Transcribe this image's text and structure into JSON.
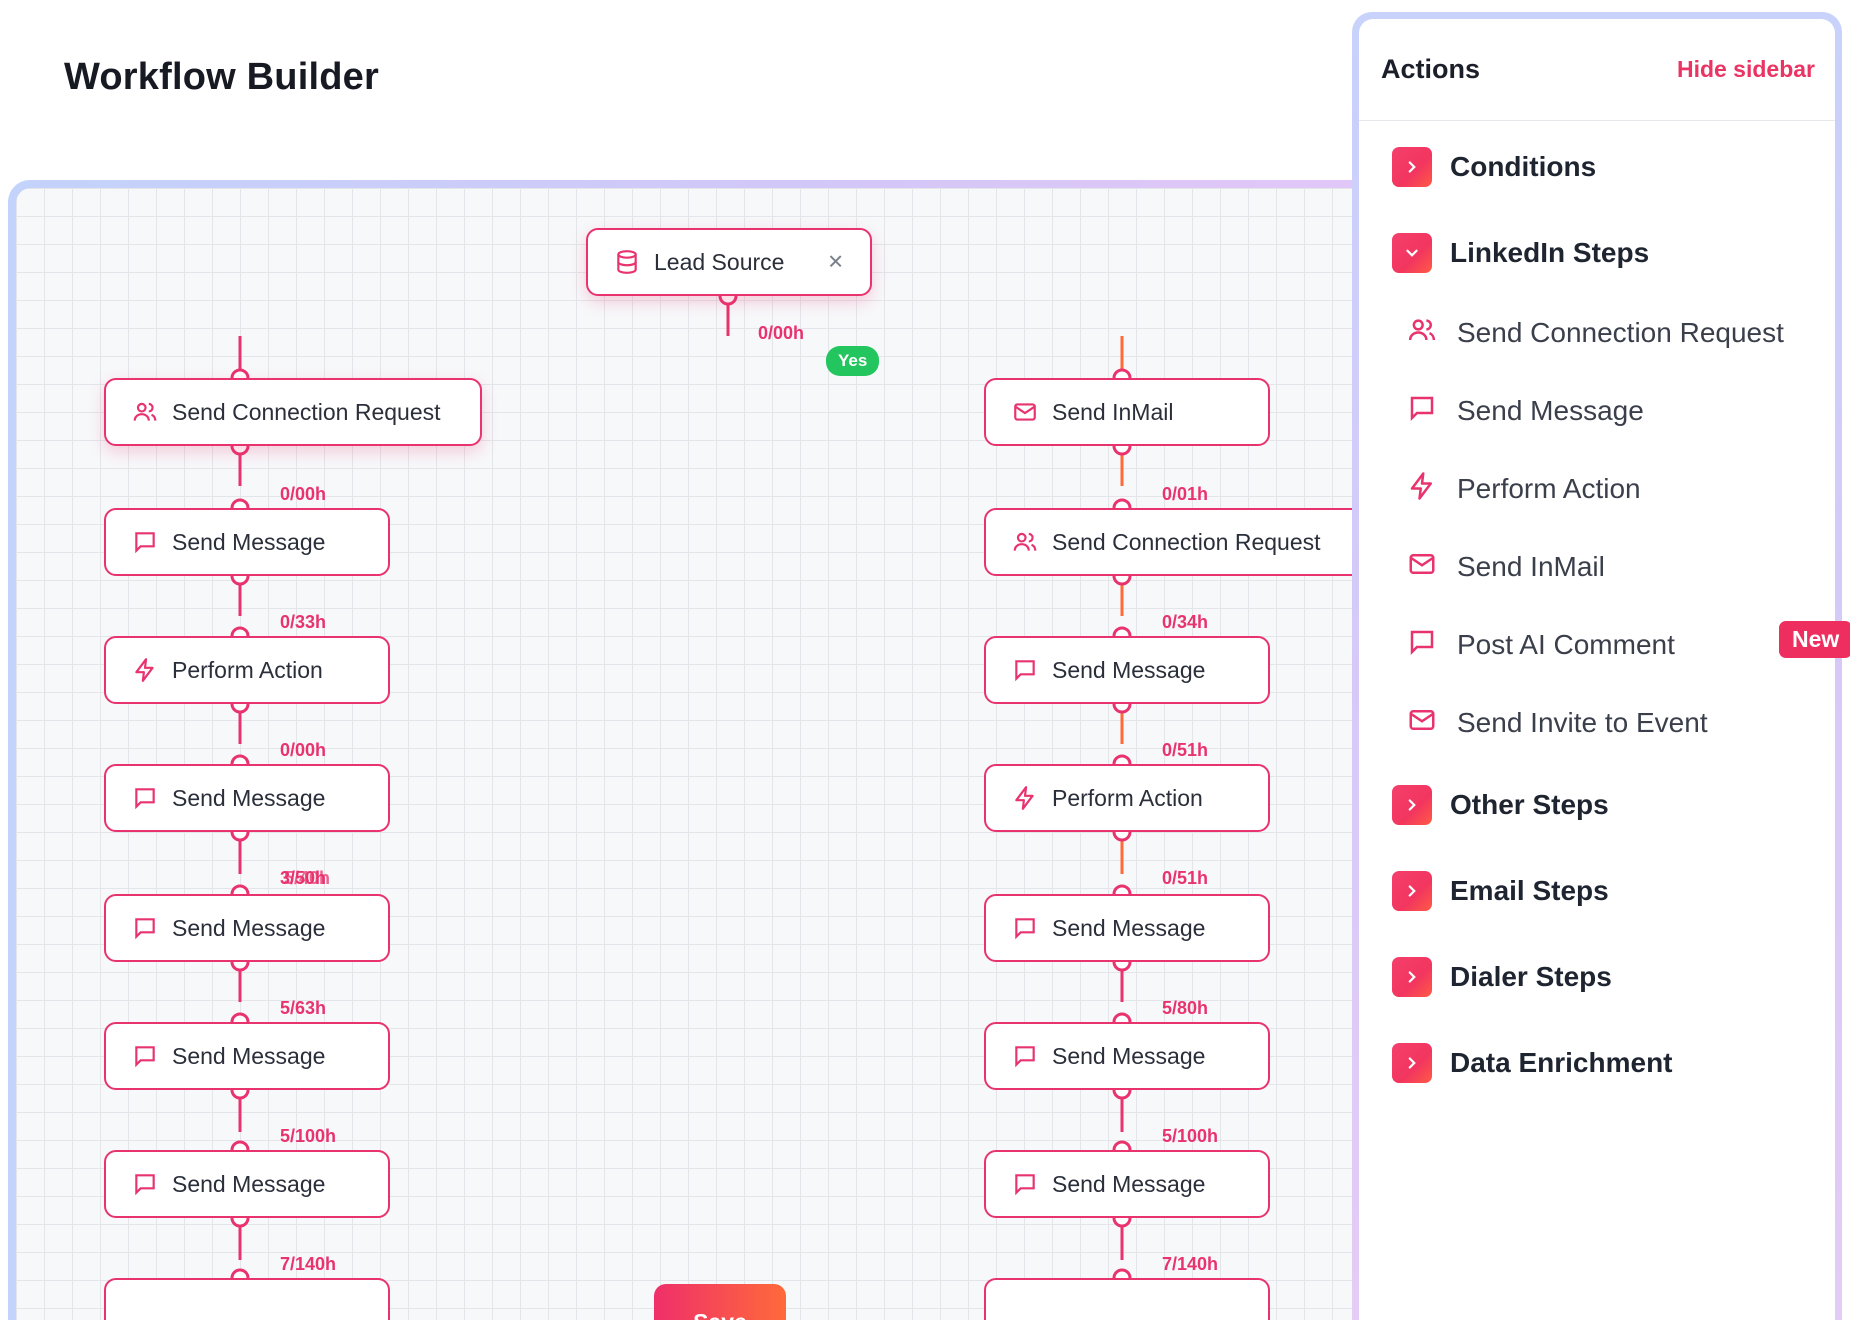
{
  "page": {
    "title": "Workflow Builder"
  },
  "colors": {
    "accent": "#e8336e",
    "accent_orange": "#ff6a3a",
    "success": "#22c55e"
  },
  "canvas": {
    "lead_source": {
      "label": "Lead Source",
      "icon": "database-icon",
      "close_icon": "close-icon"
    },
    "yes_label": "Yes",
    "left_branch": [
      {
        "label": "Send Connection Request",
        "icon": "users-icon"
      },
      {
        "label": "Send Message",
        "icon": "message-icon"
      },
      {
        "label": "Perform Action",
        "icon": "lightning-icon"
      },
      {
        "label": "Send Message",
        "icon": "message-icon"
      },
      {
        "label": "Send Message",
        "icon": "message-icon"
      },
      {
        "label": "Send Message",
        "icon": "message-icon"
      },
      {
        "label": "Send Message",
        "icon": "message-icon"
      }
    ],
    "right_branch": [
      {
        "label": "Send InMail",
        "icon": "mail-icon"
      },
      {
        "label": "Send Connection Request",
        "icon": "users-icon"
      },
      {
        "label": "Send Message",
        "icon": "message-icon"
      },
      {
        "label": "Perform Action",
        "icon": "lightning-icon"
      },
      {
        "label": "Send Message",
        "icon": "message-icon"
      },
      {
        "label": "Send Message",
        "icon": "message-icon"
      },
      {
        "label": "Send Message",
        "icon": "message-icon"
      }
    ],
    "edge_labels": {
      "root": "0/00h",
      "left": [
        "0/00h",
        "0/33h",
        "0/00h",
        "3/50h",
        "5/63h",
        "5/100h",
        "7/140h"
      ],
      "left_merge_overlap": "5/40h",
      "right": [
        "0/01h",
        "0/34h",
        "0/51h",
        "0/51h",
        "5/80h",
        "5/100h",
        "7/140h"
      ]
    },
    "save_label": "Save"
  },
  "sidebar": {
    "title": "Actions",
    "hide_label": "Hide sidebar",
    "sections": {
      "conditions": "Conditions",
      "linkedin": "LinkedIn Steps",
      "other": "Other Steps",
      "email": "Email Steps",
      "dialer": "Dialer Steps",
      "enrichment": "Data Enrichment"
    },
    "linkedin_items": [
      {
        "label": "Send Connection Request",
        "icon": "users-icon"
      },
      {
        "label": "Send Message",
        "icon": "message-icon"
      },
      {
        "label": "Perform Action",
        "icon": "lightning-icon"
      },
      {
        "label": "Send InMail",
        "icon": "mail-icon"
      },
      {
        "label": "Post AI Comment",
        "icon": "message-icon",
        "badge": "New"
      },
      {
        "label": "Send Invite to Event",
        "icon": "mail-icon"
      }
    ]
  }
}
